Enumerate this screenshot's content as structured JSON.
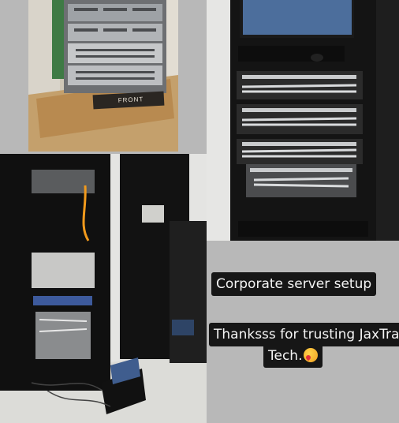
{
  "photos": {
    "top_left": {
      "label_plate": "FRONT"
    },
    "top_right": {},
    "bottom_left": {}
  },
  "captions": {
    "line1": "Corporate server setup",
    "line2a": "Thanksss for trusting JaxTrail",
    "line2b": "Tech.",
    "emoji_icon": "smiling-face-with-hearts-icon"
  },
  "colors": {
    "background": "#b8b8b8",
    "caption_bg": "#161616",
    "caption_text": "#f4f4f4"
  }
}
